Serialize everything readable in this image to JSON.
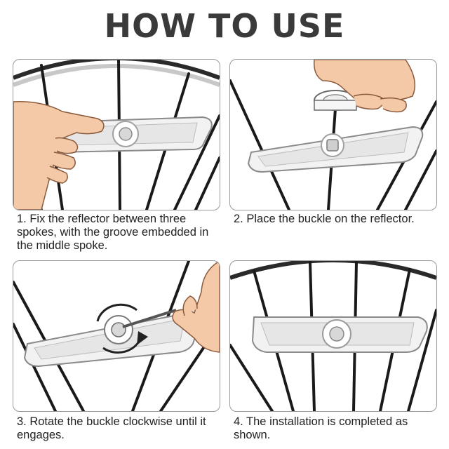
{
  "title": "HOW TO USE",
  "steps": [
    {
      "caption": "1. Fix the reflector between three spokes, with the groove embedded in the middle spoke."
    },
    {
      "caption": "2. Place the buckle on the reflector."
    },
    {
      "caption": "3. Rotate the buckle clockwise until it engages."
    },
    {
      "caption": "4. The installation is completed as shown."
    }
  ],
  "colors": {
    "title": "#3a3a3a",
    "panel_border": "#9a9a9a",
    "spoke": "#1a1a1a",
    "rim": "#2a2a2a",
    "skin": "#f3c9a8",
    "skin_outline": "#8a5a3c",
    "reflector": "#f2f2f2",
    "reflector_outline": "#8a8a8a",
    "arrow": "#222222"
  }
}
